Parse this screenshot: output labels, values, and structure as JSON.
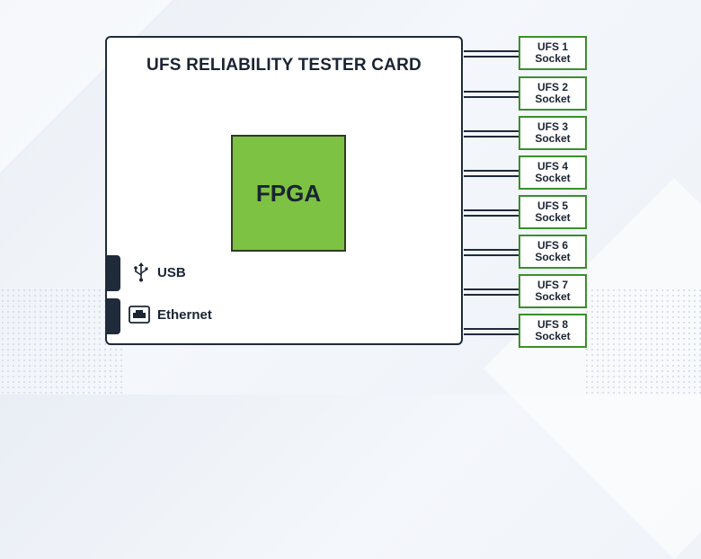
{
  "card": {
    "title": "UFS RELIABILITY TESTER CARD",
    "fpga_label": "FPGA",
    "ports": [
      {
        "label": "USB",
        "icon": "usb-icon"
      },
      {
        "label": "Ethernet",
        "icon": "ethernet-icon"
      }
    ]
  },
  "sockets": [
    {
      "name": "UFS 1",
      "sub": "Socket"
    },
    {
      "name": "UFS 2",
      "sub": "Socket"
    },
    {
      "name": "UFS 3",
      "sub": "Socket"
    },
    {
      "name": "UFS 4",
      "sub": "Socket"
    },
    {
      "name": "UFS 5",
      "sub": "Socket"
    },
    {
      "name": "UFS 6",
      "sub": "Socket"
    },
    {
      "name": "UFS 7",
      "sub": "Socket"
    },
    {
      "name": "UFS 8",
      "sub": "Socket"
    }
  ],
  "colors": {
    "fpga_fill": "#7dc242",
    "socket_border": "#3a8f2a",
    "outline": "#1f2a3a"
  }
}
